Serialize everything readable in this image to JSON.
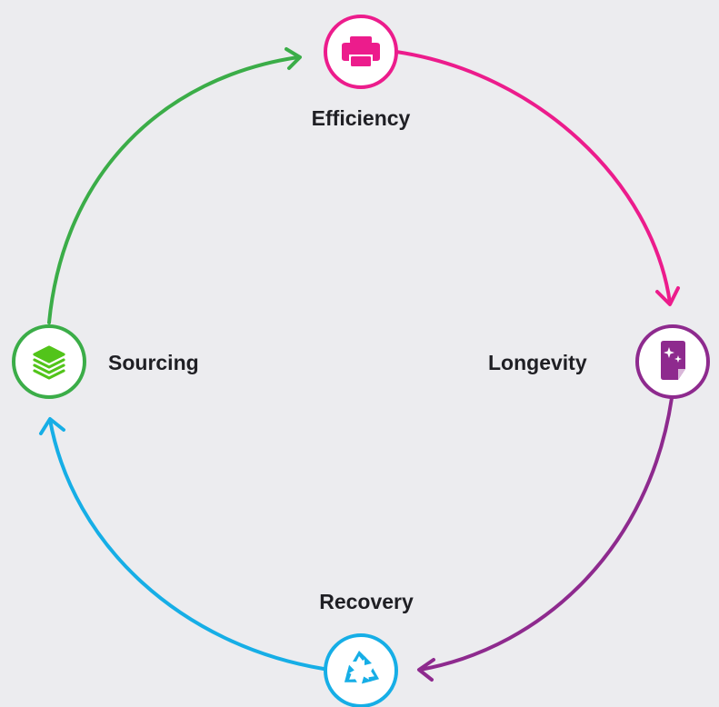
{
  "diagram": {
    "nodes": [
      {
        "id": "efficiency",
        "label": "Efficiency",
        "icon": "printer-icon",
        "color": "#ec1c8c"
      },
      {
        "id": "longevity",
        "label": "Longevity",
        "icon": "sparkle-document-icon",
        "color": "#8e2a8e"
      },
      {
        "id": "recovery",
        "label": "Recovery",
        "icon": "recycle-icon",
        "color": "#16aee6"
      },
      {
        "id": "sourcing",
        "label": "Sourcing",
        "icon": "layers-icon",
        "color": "#3bad48"
      }
    ],
    "edges": [
      {
        "from": "efficiency",
        "to": "longevity",
        "color": "#ec1c8c"
      },
      {
        "from": "longevity",
        "to": "recovery",
        "color": "#8e2a8e"
      },
      {
        "from": "recovery",
        "to": "sourcing",
        "color": "#16aee6"
      },
      {
        "from": "sourcing",
        "to": "efficiency",
        "color": "#3bad48"
      }
    ]
  }
}
